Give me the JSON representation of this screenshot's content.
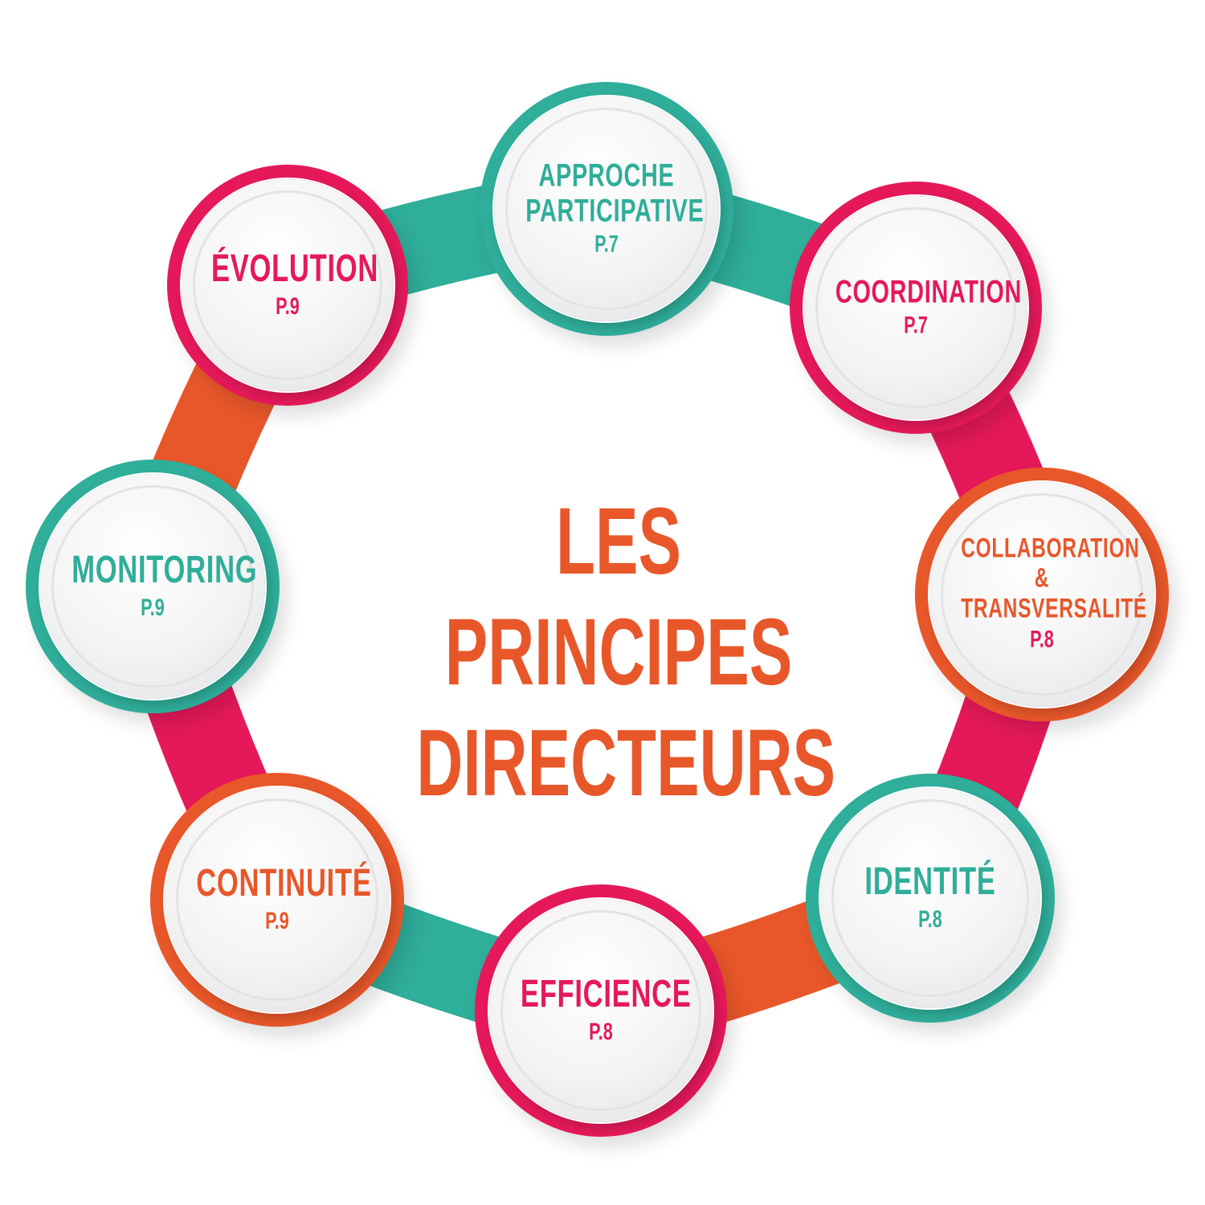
{
  "title": {
    "line1": "LES PRINCIPES",
    "line2": "DIRECTEURS"
  },
  "colors": {
    "teal": "#2fae9a",
    "pink": "#e5195a",
    "orange": "#e8572a"
  },
  "nodes": [
    {
      "label": [
        "APPROCHE",
        "PARTICIPATIVE"
      ],
      "page": "P.7",
      "color": "teal",
      "page_color": "teal"
    },
    {
      "label": [
        "COORDINATION"
      ],
      "page": "P.7",
      "color": "pink",
      "page_color": "pink"
    },
    {
      "label": [
        "COLLABORATION",
        "&",
        "TRANSVERSALITÉ"
      ],
      "page": "P.8",
      "color": "orange",
      "page_color": "pink"
    },
    {
      "label": [
        "IDENTITÉ"
      ],
      "page": "P.8",
      "color": "teal",
      "page_color": "teal"
    },
    {
      "label": [
        "EFFICIENCE"
      ],
      "page": "P.8",
      "color": "pink",
      "page_color": "pink"
    },
    {
      "label": [
        "CONTINUITÉ"
      ],
      "page": "P.9",
      "color": "orange",
      "page_color": "orange"
    },
    {
      "label": [
        "MONITORING"
      ],
      "page": "P.9",
      "color": "teal",
      "page_color": "teal"
    },
    {
      "label": [
        "ÉVOLUTION"
      ],
      "page": "P.9",
      "color": "pink",
      "page_color": "pink"
    }
  ]
}
